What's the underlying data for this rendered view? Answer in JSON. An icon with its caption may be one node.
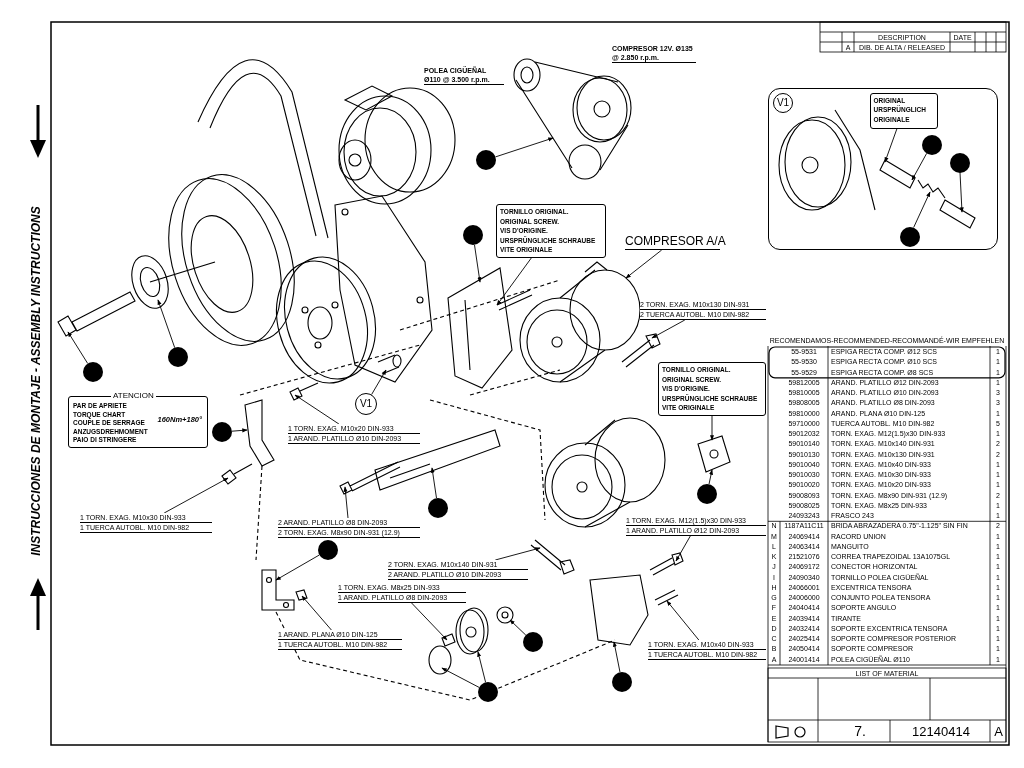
{
  "diagram": {
    "nodes": [
      {
        "text": [
          "V1"
        ]
      },
      {
        "text": [
          "ORIGINAL",
          "URSPRÜNGLICH",
          "ORIGINALE"
        ],
        "in": 0
      },
      {
        "text": [],
        "shape": "circle",
        "in": 0
      },
      {
        "text": [],
        "shape": "circle",
        "in": 0
      },
      {
        "text": [],
        "shape": "circle",
        "in": 0
      },
      {
        "text": [],
        "shape": "circle"
      },
      {
        "text": [
          "COMPRESOR A/A"
        ]
      },
      {
        "text": [
          "TORNILLO ORIGINAL.",
          "ORIGINAL SCREW.",
          "VIS D'ORIGINE.",
          "URSPRÜNGLICHE SCHRAUBE",
          "VITE ORIGINALE"
        ]
      },
      {
        "text": [],
        "shape": "circle"
      },
      {
        "text": [],
        "shape": "circle"
      },
      {
        "text": [],
        "shape": "circle"
      },
      {
        "text": [
          "TORNILLO ORIGINAL.",
          "ORIGINAL SCREW.",
          "VIS D'ORIGINE.",
          "URSPRÜNGLICHE SCHRAUBE",
          "VITE ORIGINALE"
        ]
      },
      {
        "text": [
          "2 TORN. EXAG. M10x130 DIN-931",
          "2 TUERCA AUTOBL. M10 DIN-982"
        ]
      },
      {
        "text": [
          "ATENCION",
          "PAR DE APRIETE",
          "TORQUE CHART",
          "COUPLE DE SERRAGE",
          "ANZUGSDREHMOMENT",
          "PAIO DI STRINGERE",
          "160Nm+180°"
        ]
      },
      {
        "text": [
          "V1"
        ]
      },
      {
        "text": [
          "1 TORN. EXAG. M10x20 DIN-933",
          "1 ARAND. PLATILLO Ø10 DIN-2093"
        ]
      },
      {
        "text": [],
        "shape": "circle"
      },
      {
        "text": [],
        "shape": "circle"
      },
      {
        "text": [],
        "shape": "circle"
      },
      {
        "text": [
          "1 TORN. EXAG. M10x30 DIN-933",
          "1 TUERCA AUTOBL. M10 DIN-982"
        ]
      },
      {
        "text": [
          "2 ARAND. PLATILLO Ø8 DIN-2093",
          "2 TORN. EXAG. M8x90 DIN-931 (12.9)"
        ]
      },
      {
        "text": [
          "1 TORN. EXAG. M12(1.5)x30 DIN-933",
          "1 ARAND. PLATILLO Ø12 DIN-2093"
        ]
      },
      {
        "text": [
          "2 TORN. EXAG. M10x140 DIN-931",
          "2 ARAND. PLATILLO Ø10 DIN-2093"
        ]
      },
      {
        "text": [],
        "shape": "circle"
      },
      {
        "text": [
          "1 TORN. EXAG. M8x25 DIN-933",
          "1 ARAND. PLATILLO Ø8 DIN-2093"
        ]
      },
      {
        "text": [
          "1 ARAND. PLANA Ø10 DIN-125",
          "1 TUERCA AUTOBL. M10 DIN-982"
        ]
      },
      {
        "text": [],
        "shape": "circle"
      },
      {
        "text": [],
        "shape": "circle"
      },
      {
        "text": [
          "1 TORN. EXAG. M10x40 DIN-933",
          "1 TUERCA AUTOBL. M10 DIN-982"
        ]
      },
      {
        "text": [],
        "shape": "circle"
      }
    ],
    "edges": [
      {
        "from": 1,
        "to": null,
        "arrow": "to"
      },
      {
        "from": 2,
        "to": null,
        "arrow": "to"
      },
      {
        "from": 3,
        "to": null,
        "arrow": "to"
      },
      {
        "from": 4,
        "to": null,
        "arrow": "to"
      },
      {
        "from": 5,
        "to": null,
        "arrow": "to"
      },
      {
        "from": 6,
        "to": null,
        "arrow": "to"
      },
      {
        "from": 7,
        "to": null,
        "arrow": "to"
      },
      {
        "from": 8,
        "to": null,
        "arrow": "to"
      },
      {
        "from": 9,
        "to": null,
        "arrow": "to"
      },
      {
        "from": 10,
        "to": null,
        "arrow": "to"
      },
      {
        "from": 11,
        "to": null,
        "arrow": "to"
      },
      {
        "from": 12,
        "to": null,
        "arrow": "to"
      },
      {
        "from": 14,
        "to": null,
        "arrow": "to"
      },
      {
        "from": 15,
        "to": null,
        "arrow": "to"
      },
      {
        "from": 16,
        "to": null,
        "arrow": "to"
      },
      {
        "from": 17,
        "to": null,
        "arrow": "to"
      },
      {
        "from": 18,
        "to": null,
        "arrow": "to"
      },
      {
        "from": 19,
        "to": null,
        "arrow": "to"
      },
      {
        "from": 20,
        "to": null,
        "arrow": "to"
      },
      {
        "from": 21,
        "to": null,
        "arrow": "to"
      },
      {
        "from": 22,
        "to": null,
        "arrow": "to"
      },
      {
        "from": 23,
        "to": null,
        "arrow": "to"
      },
      {
        "from": 24,
        "to": null,
        "arrow": "to"
      },
      {
        "from": 25,
        "to": null,
        "arrow": "to"
      },
      {
        "from": 26,
        "to": null,
        "arrow": "to"
      },
      {
        "from": 26,
        "to": null,
        "arrow": "to"
      },
      {
        "from": 27,
        "to": null,
        "arrow": "to"
      },
      {
        "from": 28,
        "to": null,
        "arrow": "to"
      },
      {
        "from": 29,
        "to": null,
        "arrow": "to"
      }
    ],
    "labels": [
      "DESCRIPTION",
      "DATE",
      "A",
      "DIB. DE ALTA / RELEASED",
      "POLEA CIGÜEÑAL Ø110 @ 3.500 r.p.m.",
      "COMPRESOR 12V. Ø135 @ 2.850 r.p.m.",
      "INSTRUCCIONES DE MONTAJE - ASSEMBLY INSTRUCTIONS",
      "RECOMENDAMOS-RECOMMENDED-RECOMMANDÉ-WIR EMPFEHLEN",
      "55-9531",
      "ESPIGA RECTA COMP. Ø12 SCS",
      "1",
      "55-9530",
      "ESPIGA RECTA COMP. Ø10 SCS",
      "1",
      "55-9529",
      "ESPIGA RECTA COMP. Ø8 SCS",
      "1",
      "59812005",
      "ARAND. PLATILLO Ø12 DIN-2093",
      "1",
      "59810005",
      "ARAND. PLATILLO Ø10 DIN-2093",
      "3",
      "59808005",
      "ARAND. PLATILLO Ø8 DIN-2093",
      "3",
      "59810000",
      "ARAND. PLANA Ø10 DIN-125",
      "1",
      "59710000",
      "TUERCA AUTOBL. M10 DIN-982",
      "5",
      "59012032",
      "TORN. EXAG. M12(1.5)x30 DIN-933",
      "1",
      "59010140",
      "TORN. EXAG. M10x140 DIN-931",
      "2",
      "59010130",
      "TORN. EXAG. M10x130 DIN-931",
      "2",
      "59010040",
      "TORN. EXAG. M10x40 DIN-933",
      "1",
      "59010030",
      "TORN. EXAG. M10x30 DIN-933",
      "1",
      "59010020",
      "TORN. EXAG. M10x20 DIN-933",
      "1",
      "59008093",
      "TORN. EXAG. M8x90 DIN-931 (12.9)",
      "2",
      "59008025",
      "TORN. EXAG. M8x25 DIN-933",
      "1",
      "24093243",
      "FRASCO 243",
      "1",
      "N",
      "1187A11C11",
      "BRIDA ABRAZADERA 0.75\"-1.125\" SIN FIN",
      "2",
      "M",
      "24069414",
      "RACORD UNION",
      "1",
      "L",
      "24063414",
      "MANGUITO",
      "1",
      "K",
      "21521076",
      "CORREA TRAPEZOIDAL 13A1075GL",
      "1",
      "J",
      "24069172",
      "CONECTOR HORIZONTAL",
      "1",
      "I",
      "24090340",
      "TORNILLO POLEA CIGÜEÑAL",
      "1",
      "H",
      "24066001",
      "EXCENTRICA TENSORA",
      "1",
      "G",
      "24006000",
      "CONJUNTO POLEA TENSORA",
      "1",
      "F",
      "24040414",
      "SOPORTE ANGULO",
      "1",
      "E",
      "24039414",
      "TIRANTE",
      "1",
      "D",
      "24032414",
      "SOPORTE EXCENTRICA TENSORA",
      "1",
      "C",
      "24025414",
      "SOPORTE COMPRESOR POSTERIOR",
      "1",
      "B",
      "24050414",
      "SOPORTE COMPRESOR",
      "1",
      "A",
      "24001414",
      "POLEA CIGÜEÑAL Ø110",
      "1",
      "LIST OF MATERIAL",
      "7.",
      "12140414",
      "A"
    ]
  }
}
